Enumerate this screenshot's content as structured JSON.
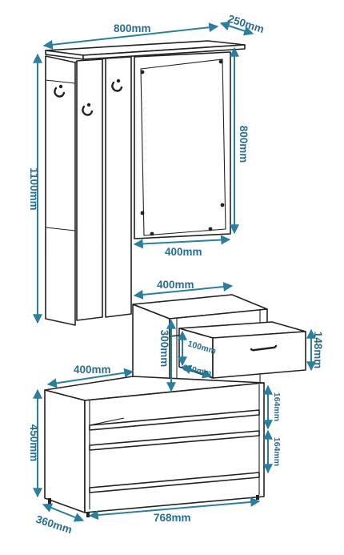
{
  "dimensions": {
    "top_width": "800mm",
    "top_depth": "250mm",
    "total_height": "1100mm",
    "mirror_height": "800mm",
    "mirror_width": "400mm",
    "module_width": "400mm",
    "module_height": "300mm",
    "drawer_height": "148mm",
    "drawer_inner_height": "100mm",
    "drawer_depth": "350mm",
    "bench_depth_top": "400mm",
    "bench_height": "450mm",
    "shelf_upper": "164mm",
    "shelf_lower": "164mm",
    "bench_width": "768mm",
    "bench_depth": "360mm"
  },
  "colors": {
    "dimension": "#2a7fa0",
    "line": "#222222"
  }
}
